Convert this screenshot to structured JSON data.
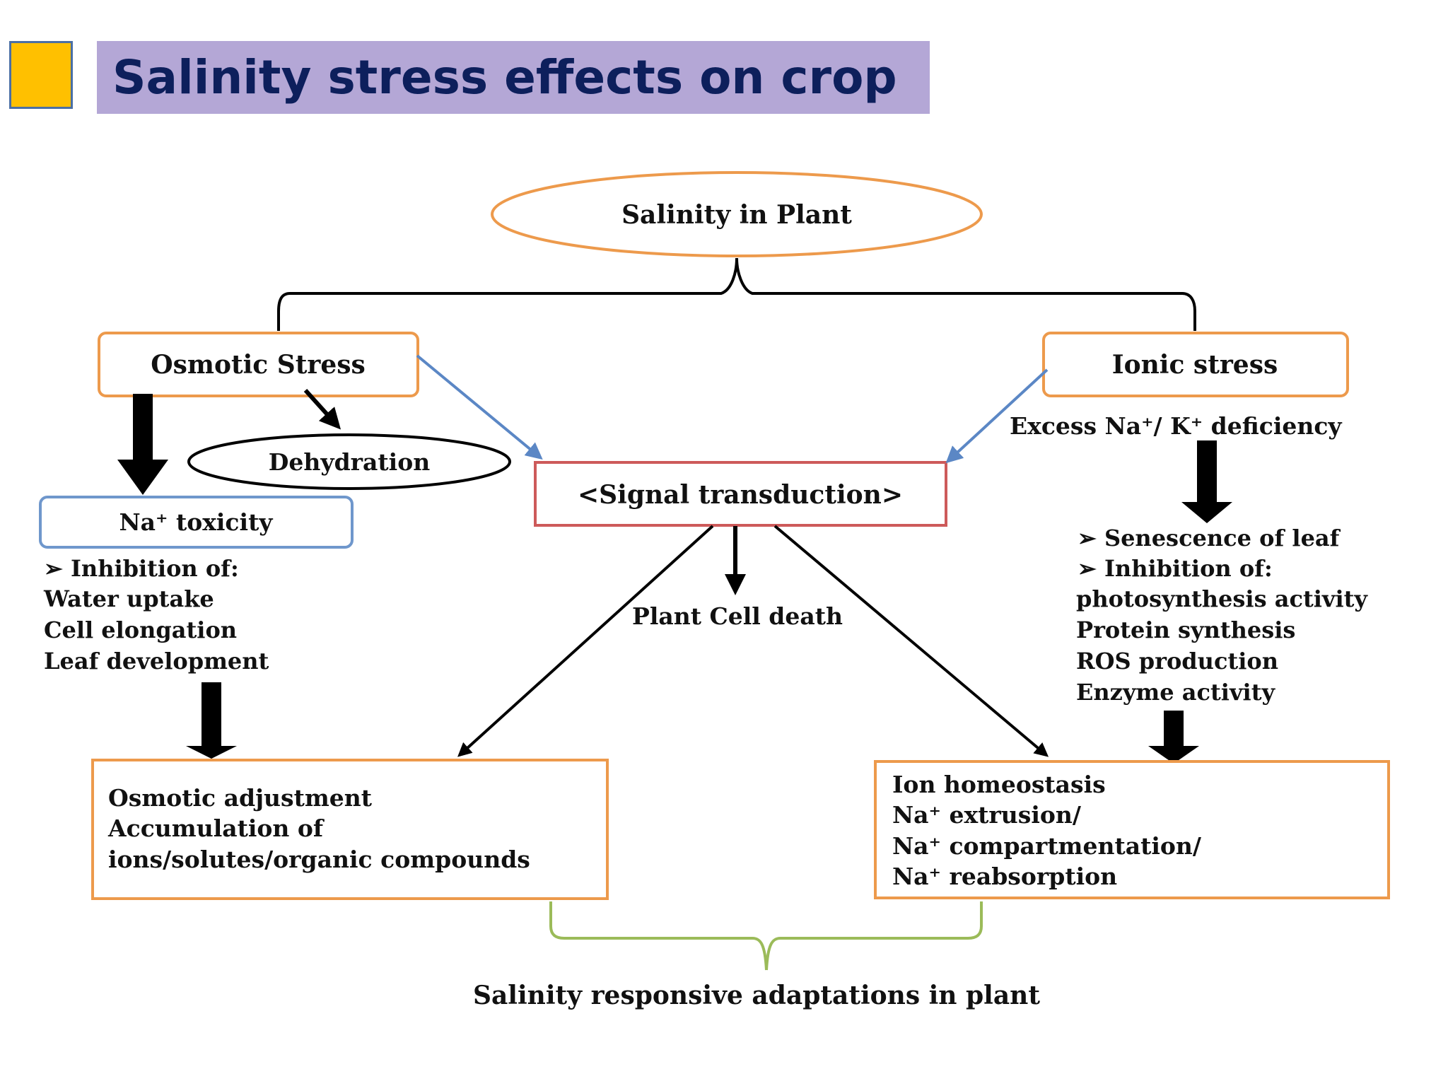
{
  "colors": {
    "title_bar_bg": "#b4a7d6",
    "title_text": "#0d1f5c",
    "bullet_square": "#ffc000",
    "box_orange": "#ed9a4c",
    "box_blue": "#6f97cc",
    "box_red": "#cd5a5a",
    "connector_blue": "#5b87c5",
    "connector_green": "#9bbb59",
    "connector_black": "#000000"
  },
  "header": {
    "bullet_icon": "yellow-square",
    "title": "Salinity stress effects on crop"
  },
  "diagram": {
    "root": "Salinity in Plant",
    "osmotic_stress": "Osmotic Stress",
    "dehydration": "Dehydration",
    "na_toxicity": "Na⁺ toxicity",
    "osmotic_list": [
      "➢  Inhibition  of:",
      "Water uptake",
      "Cell elongation",
      "Leaf development"
    ],
    "ionic_stress": "Ionic stress",
    "ionic_sub": "Excess Na⁺/ K⁺ deficiency",
    "ionic_list": [
      "➢  Senescence of leaf",
      "➢  Inhibition  of:",
      "photosynthesis  activity",
      "Protein synthesis",
      "ROS production",
      "Enzyme  activity"
    ],
    "signal_transduction": "<Signal transduction>",
    "cell_death": "Plant Cell death",
    "osmotic_adjustment": [
      "Osmotic adjustment",
      "Accumulation  of",
      "ions/solutes/organic  compounds"
    ],
    "ion_homeostasis": [
      "Ion homeostasis",
      "Na⁺ extrusion/",
      "Na⁺ compartmentation/",
      "Na⁺ reabsorption"
    ],
    "adaptations": "Salinity responsive adaptations in plant"
  }
}
